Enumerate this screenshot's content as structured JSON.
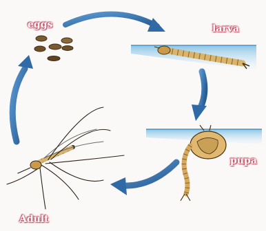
{
  "labels": {
    "eggs": "eggs",
    "larva": "larva",
    "pupa": "pupa",
    "adult": "Adult"
  },
  "colors": {
    "label_fill": "#ffffff",
    "label_outline": "#c9566c",
    "arrow": "#3b78b6",
    "water": "#9fd0ea",
    "larva_body": "#d9b46a",
    "pupa_body": "#e0b870",
    "egg": "#7a5a30"
  }
}
